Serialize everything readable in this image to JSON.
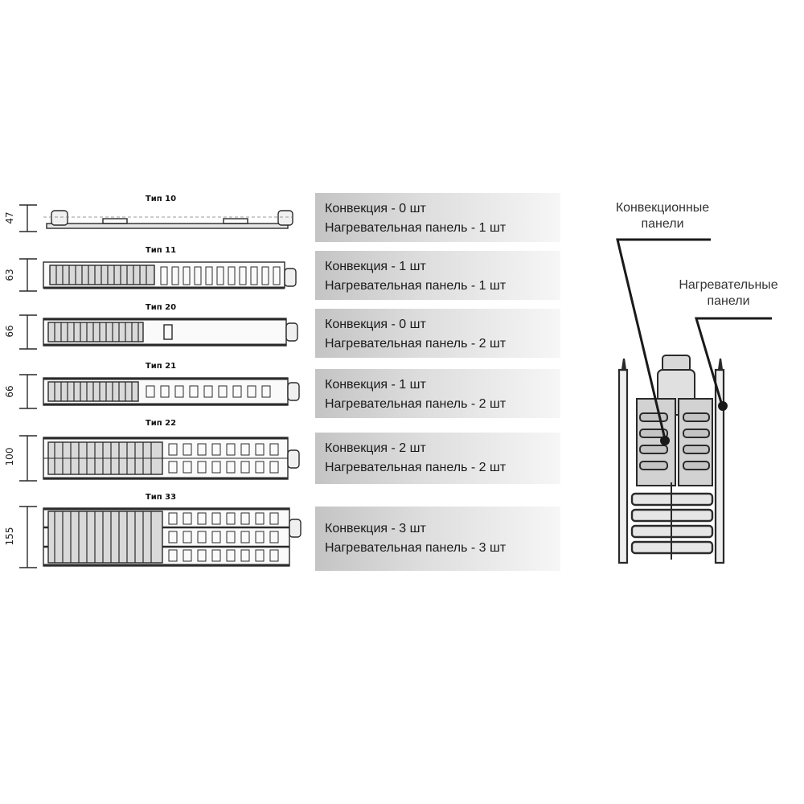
{
  "rows": [
    {
      "title": "Тип 10",
      "dim": "47",
      "convection": "Конвекция - 0 шт",
      "panels": "Нагревательная панель - 1 шт"
    },
    {
      "title": "Тип 11",
      "dim": "63",
      "convection": "Конвекция - 1 шт",
      "panels": "Нагревательная панель - 1 шт"
    },
    {
      "title": "Тип 20",
      "dim": "66",
      "convection": "Конвекция - 0 шт",
      "panels": "Нагревательная панель - 2 шт"
    },
    {
      "title": "Тип 21",
      "dim": "66",
      "convection": "Конвекция - 1 шт",
      "panels": "Нагревательная панель - 2 шт"
    },
    {
      "title": "Тип 22",
      "dim": "100",
      "convection": "Конвекция - 2 шт",
      "panels": "Нагревательная панель - 2 шт"
    },
    {
      "title": "Тип 33",
      "dim": "155",
      "convection": "Конвекция - 3 шт",
      "panels": "Нагревательная панель - 3 шт"
    }
  ],
  "callouts": {
    "convection_panels": {
      "line1": "Конвекционные",
      "line2": "панели"
    },
    "heating_panels": {
      "line1": "Нагревательные",
      "line2": "панели"
    }
  },
  "colors": {
    "outline": "#2a2a2a",
    "fill": "#d9d9d9",
    "box_dark": "#c4c4c4",
    "box_light": "#f6f6f6"
  }
}
